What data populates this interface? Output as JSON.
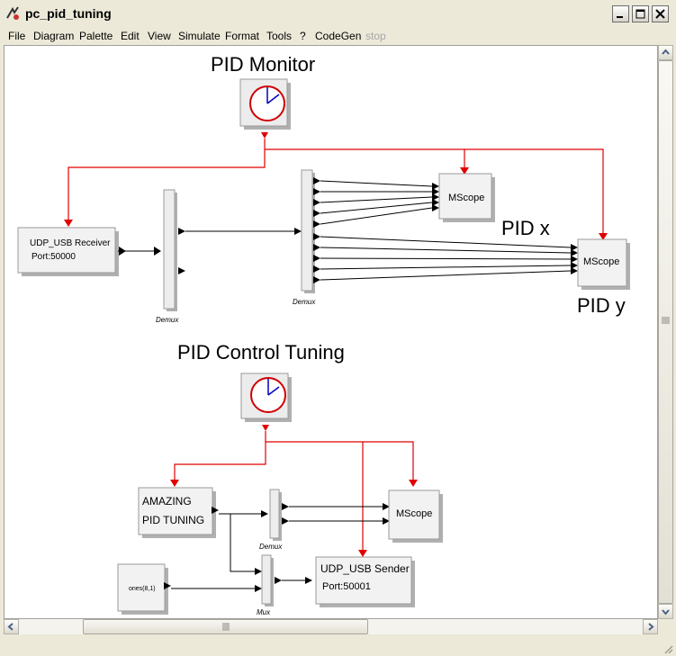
{
  "window": {
    "title": "pc_pid_tuning"
  },
  "menu": [
    "File",
    "Diagram",
    "Palette",
    "Edit",
    "View",
    "Simulate",
    "Format",
    "Tools",
    "?",
    "CodeGen",
    "stop"
  ],
  "monitor": {
    "title": "PID Monitor",
    "udp_receiver": {
      "line1": "UDP_USB Receiver",
      "line2": "Port:50000"
    },
    "demux1_label": "Demux",
    "demux2_label": "Demux",
    "mscope_x": "MScope",
    "mscope_y": "MScope",
    "label_x": "PID x",
    "label_y": "PID y"
  },
  "tuning": {
    "title": "PID Control Tuning",
    "amazing": {
      "line1": "AMAZING",
      "line2": "PID TUNING"
    },
    "demux_label": "Demux",
    "mux_label": "Mux",
    "mscope": "MScope",
    "udp_sender": {
      "line1": "UDP_USB Sender",
      "line2": "Port:50001"
    },
    "ones": "ones(8,1)"
  },
  "colors": {
    "event_link": "#e00000",
    "clock_ring": "#d00000",
    "clock_hand": "#0000c0"
  }
}
